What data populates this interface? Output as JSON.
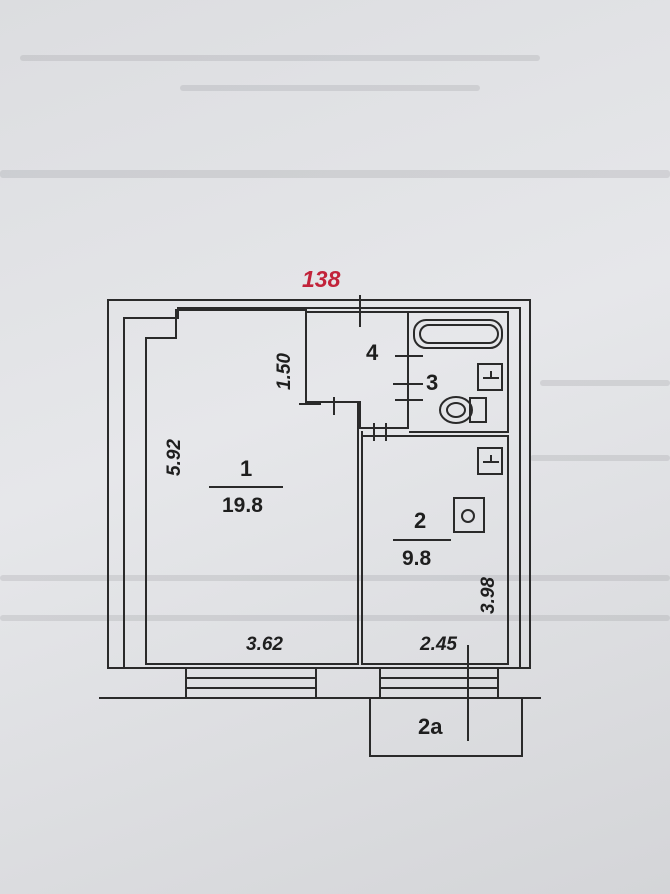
{
  "apartment_number": "138",
  "rooms": [
    {
      "number": "1",
      "area": "19.8"
    },
    {
      "number": "2",
      "area": "9.8"
    },
    {
      "number": "3",
      "area": ""
    },
    {
      "number": "4",
      "area": ""
    },
    {
      "number": "2a",
      "area": ""
    }
  ],
  "dimensions": {
    "room1_height": "5.92",
    "room1_width": "3.62",
    "hall_depth": "1.50",
    "room2_width": "2.45",
    "room2_height": "3.98"
  },
  "colors": {
    "line": "#2a2a2a",
    "apartment_number": "#c2233a",
    "paper": "#e2e3e6"
  }
}
